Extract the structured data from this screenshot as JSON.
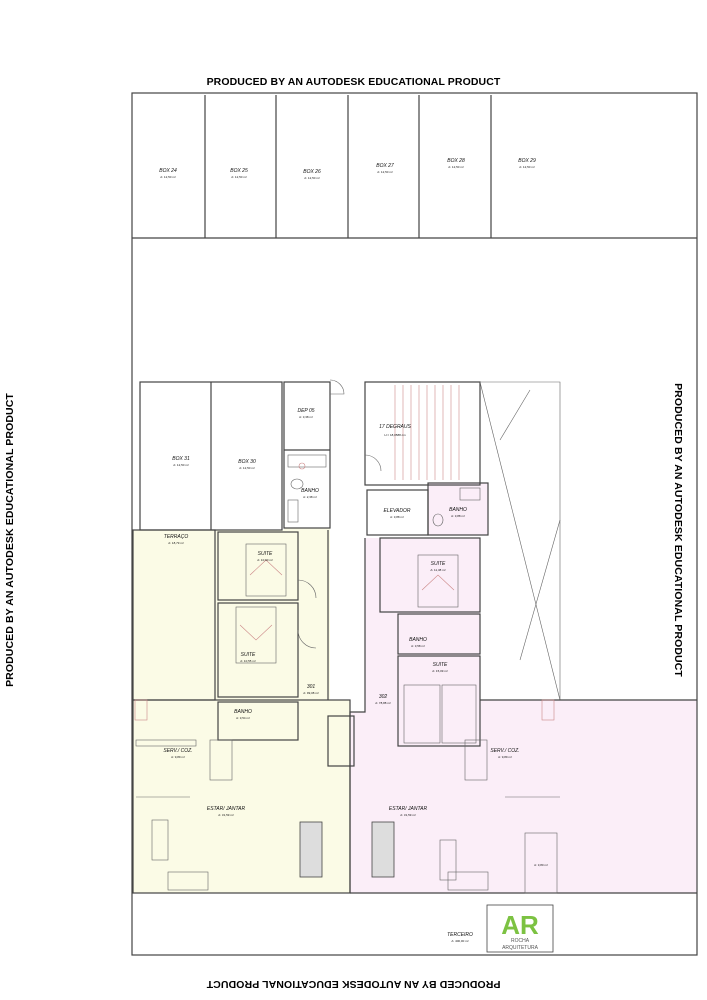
{
  "watermark": "PRODUCED BY AN AUTODESK EDUCATIONAL PRODUCT",
  "colors": {
    "unit_301": "#fbfbe6",
    "unit_302": "#fbeef8",
    "logo_green": "#7cc242",
    "walls": "#444444"
  },
  "boxes": [
    {
      "label": "BOX 24",
      "area": "A: 12,50 m²"
    },
    {
      "label": "BOX 25",
      "area": "A: 12,50 m²"
    },
    {
      "label": "BOX 26",
      "area": "A: 12,50 m²"
    },
    {
      "label": "BOX 27",
      "area": "A: 12,50 m²"
    },
    {
      "label": "BOX 28",
      "area": "A: 12,50 m²"
    },
    {
      "label": "BOX 29",
      "area": "A: 12,50 m²"
    },
    {
      "label": "BOX 31",
      "area": "A: 12,50 m²"
    },
    {
      "label": "BOX 30",
      "area": "A: 12,50 m²"
    }
  ],
  "rooms": {
    "dep": {
      "label": "DEP 05",
      "area": "A: 3,38 m²"
    },
    "banho_dep": {
      "label": "BANHO",
      "area": "A: 2,38 m²"
    },
    "stair": {
      "label": "17 DEGRAUS",
      "detail": "H = 18,0588 cm"
    },
    "elevador": {
      "label": "ELEVADOR",
      "area": "A: 3,88 m²"
    },
    "banho_302a": {
      "label": "BANHO",
      "area": "A: 3,88 m²"
    },
    "terraco": {
      "label": "TERRAÇO",
      "area": "A: 18,79 m²"
    },
    "suite_301a": {
      "label": "SUITE",
      "area": "A: 10,60 m²"
    },
    "suite_301b": {
      "label": "SUITE",
      "area": "A: 10,55 m²"
    },
    "banho_301": {
      "label": "BANHO",
      "area": "A: 3,54 m²"
    },
    "unit_301": {
      "label": "301",
      "area": "A: 99,08 m²"
    },
    "suite_302a": {
      "label": "SUITE",
      "area": "A: 11,38 m²"
    },
    "banho_302b": {
      "label": "BANHO",
      "area": "A: 3,58 m²"
    },
    "suite_302b": {
      "label": "SUITE",
      "area": "A: 15,09 m²"
    },
    "unit_302": {
      "label": "302",
      "area": "A: 78,88 m²"
    },
    "cozinha_301": {
      "label": "SERV./ COZ.",
      "area": "A: 9,89 m²"
    },
    "cozinha_302": {
      "label": "SERV./ COZ.",
      "area": "A: 9,89 m²"
    },
    "estar_301": {
      "label": "ESTAR/ JANTAR",
      "area": "A: 31,59 m²"
    },
    "estar_302": {
      "label": "ESTAR/ JANTAR",
      "area": "A: 31,59 m²"
    },
    "small_302": {
      "area": "A: 3,80 m²"
    },
    "terceiro": {
      "label": "TERCEIRO",
      "area": "A: 400,00 m²"
    }
  },
  "logo": {
    "letters": "AR",
    "line1": "ROCHA",
    "line2": "ARQUITETURA"
  }
}
